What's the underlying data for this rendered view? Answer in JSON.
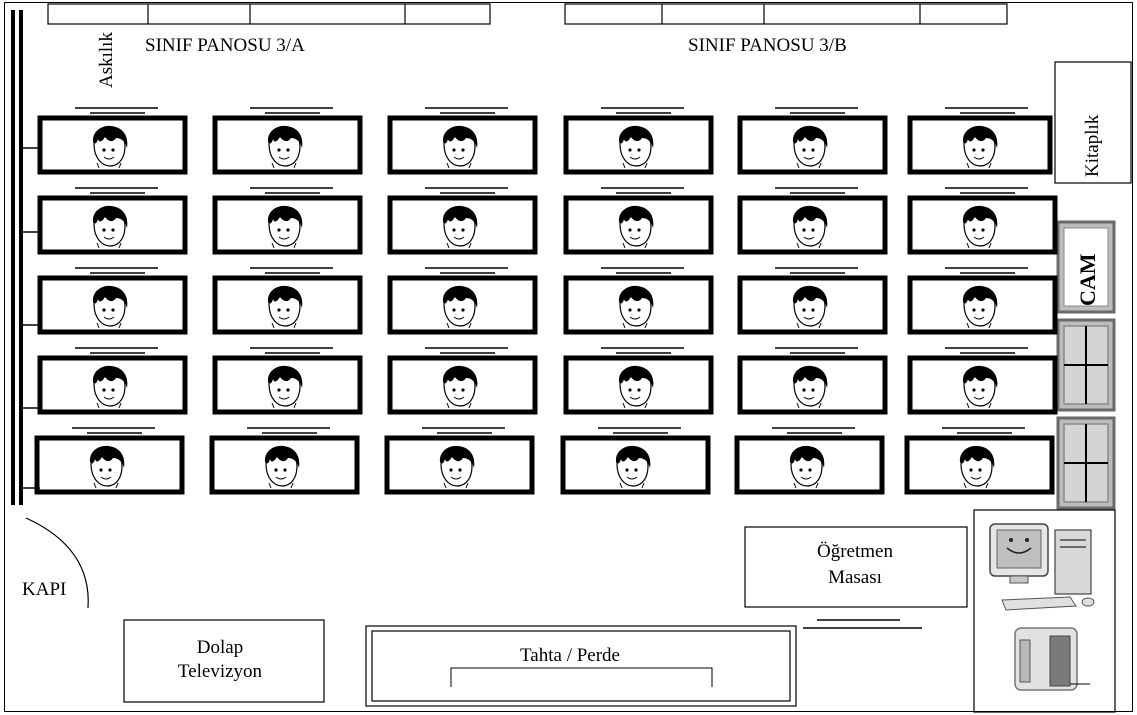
{
  "boards": {
    "left_label": "SINIF PANOSU 3/A",
    "right_label": "SINIF PANOSU 3/B"
  },
  "coat_rack_label": "Askılık",
  "bookshelf_label": "Kitaplık",
  "window_label": "CAM",
  "door_label": "KAPI",
  "teacher_desk": {
    "line1": "Öğretmen",
    "line2": "Masası"
  },
  "cabinet": {
    "line1": "Dolap",
    "line2": "Televizyon"
  },
  "blackboard_label": "Tahta / Perde",
  "seating": {
    "rows": 5,
    "columns": 6,
    "student_icon": "student-face-icon"
  },
  "computer_icon": "computer-icon",
  "printer_icon": "printer-icon"
}
